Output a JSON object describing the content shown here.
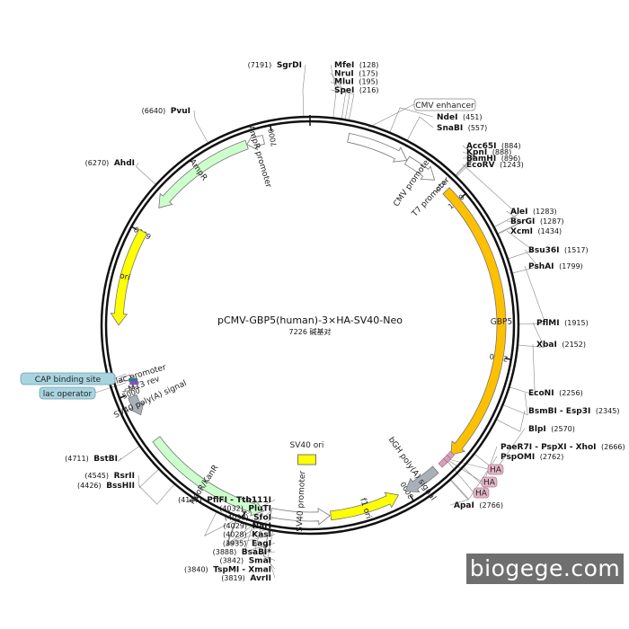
{
  "title": "pCMV-GBP5(human)-3×HA-SV40-Neo",
  "subtitle": "7226 碱基对",
  "watermark": "biogege.com",
  "total_bp": 7226,
  "tick_labels": [
    {
      "pos": 1000,
      "label": "1000"
    },
    {
      "pos": 2000,
      "label": "2000"
    },
    {
      "pos": 3000,
      "label": "3000"
    },
    {
      "pos": 4000,
      "label": "4000"
    },
    {
      "pos": 5000,
      "label": "5000"
    },
    {
      "pos": 6000,
      "label": "6000"
    },
    {
      "pos": 7000,
      "label": "7000"
    }
  ],
  "features": [
    {
      "name": "CMV enhancer",
      "start": 232,
      "end": 611,
      "dir": "fwd",
      "color": "#ffffff",
      "label_style": "box"
    },
    {
      "name": "CMV promoter",
      "start": 612,
      "end": 815,
      "dir": "fwd",
      "color": "#ffffff",
      "label_style": "arc"
    },
    {
      "name": "T7 promoter",
      "start": 860,
      "end": 878,
      "dir": "fwd",
      "color": "#ffffff",
      "label_style": "arc"
    },
    {
      "name": "GBP5",
      "start": 910,
      "end": 2662,
      "dir": "fwd",
      "color": "#ffc000",
      "label_style": "inside"
    },
    {
      "name": "bGH poly(A) signal",
      "start": 2790,
      "end": 3014,
      "dir": "fwd",
      "color": "#aab0b8",
      "label_style": "arc"
    },
    {
      "name": "f1 ori",
      "start": 3060,
      "end": 3488,
      "dir": "rev",
      "color": "#ffff00",
      "label_style": "inside"
    },
    {
      "name": "SV40 promoter",
      "start": 3493,
      "end": 3849,
      "dir": "rev",
      "color": "#ffffff",
      "label_style": "arc"
    },
    {
      "name": "NeoR/KanR",
      "start": 3892,
      "end": 4686,
      "dir": "rev",
      "color": "#ccffcc",
      "label_style": "inside"
    },
    {
      "name": "SV40 poly(A) signal",
      "start": 4860,
      "end": 4981,
      "dir": "rev",
      "color": "#aab0b8",
      "label_style": "arc"
    },
    {
      "name": "M13 rev",
      "start": 5020,
      "end": 5036,
      "dir": "rev",
      "color": "#ffffff",
      "label_style": "arc"
    },
    {
      "name": "lac promoter",
      "start": 5080,
      "end": 5110,
      "dir": "rev",
      "color": "#ffffff",
      "label_style": "arc"
    },
    {
      "name": "ori",
      "start": 5420,
      "end": 6008,
      "dir": "rev",
      "color": "#ffff00",
      "label_style": "inside"
    },
    {
      "name": "AmpR",
      "start": 6179,
      "end": 6839,
      "dir": "rev",
      "color": "#ccffcc",
      "label_style": "inside"
    },
    {
      "name": "AmpR promoter",
      "start": 6840,
      "end": 6944,
      "dir": "rev",
      "color": "#ffffff",
      "label_style": "arc"
    }
  ],
  "small_features": [
    {
      "name": "SV40 ori",
      "pos": 3640,
      "color": "#ffff00"
    },
    {
      "name": "CAP binding site",
      "pos": 5075,
      "color": "#2e7d7d"
    },
    {
      "name": "lac operator",
      "pos": 5055,
      "color": "#8a4fc4"
    }
  ],
  "boxed_labels": [
    {
      "name": "CMV enhancer",
      "color": "#ffffff",
      "border": "#888888"
    },
    {
      "name": "CAP binding site",
      "color": "#a8d4e0",
      "border": "#6a9fae"
    },
    {
      "name": "lac operator",
      "color": "#a8d4e0",
      "border": "#6a9fae"
    }
  ],
  "ha_tags": [
    "HA",
    "HA",
    "HA"
  ],
  "sites": [
    {
      "name": "SgrDI",
      "pos": "(7191)",
      "side": "left"
    },
    {
      "name": "MfeI",
      "pos": "(128)",
      "side": "right"
    },
    {
      "name": "NruI",
      "pos": "(175)",
      "side": "right"
    },
    {
      "name": "MluI",
      "pos": "(195)",
      "side": "right"
    },
    {
      "name": "SpeI",
      "pos": "(216)",
      "side": "right"
    },
    {
      "name": "NdeI",
      "pos": "(451)",
      "side": "right"
    },
    {
      "name": "SnaBI",
      "pos": "(557)",
      "side": "right"
    },
    {
      "name": "Acc65I",
      "pos": "(884)",
      "side": "right"
    },
    {
      "name": "KpnI",
      "pos": "(888)",
      "side": "right"
    },
    {
      "name": "BamHI",
      "pos": "(896)",
      "side": "right"
    },
    {
      "name": "EcoRV",
      "pos": "(1243)",
      "side": "right"
    },
    {
      "name": "AleI",
      "pos": "(1283)",
      "side": "right"
    },
    {
      "name": "BsrGI",
      "pos": "(1287)",
      "side": "right"
    },
    {
      "name": "XcmI",
      "pos": "(1434)",
      "side": "right"
    },
    {
      "name": "Bsu36I",
      "pos": "(1517)",
      "side": "right"
    },
    {
      "name": "PshAI",
      "pos": "(1799)",
      "side": "right"
    },
    {
      "name": "PflMI",
      "pos": "(1915)",
      "side": "right"
    },
    {
      "name": "XbaI",
      "pos": "(2152)",
      "side": "right"
    },
    {
      "name": "EcoNI",
      "pos": "(2256)",
      "side": "right"
    },
    {
      "name": "BsmBI - Esp3I",
      "pos": "(2345)",
      "side": "right"
    },
    {
      "name": "BlpI",
      "pos": "(2570)",
      "side": "right"
    },
    {
      "name": "PaeR7I - PspXI - XhoI",
      "pos": "(2666)",
      "side": "right"
    },
    {
      "name": "PspOMI",
      "pos": "(2762)",
      "side": "right"
    },
    {
      "name": "ApaI",
      "pos": "(2766)",
      "side": "right"
    },
    {
      "name": "AvrII",
      "pos": "(3819)",
      "side": "left"
    },
    {
      "name": "TspMI - XmaI",
      "pos": "(3840)",
      "side": "left"
    },
    {
      "name": "SmaI",
      "pos": "(3842)",
      "side": "left"
    },
    {
      "name": "BsaBI*",
      "pos": "(3888)",
      "side": "left",
      "faded": true
    },
    {
      "name": "EagI",
      "pos": "(3935)",
      "side": "left"
    },
    {
      "name": "KasI",
      "pos": "(4028)",
      "side": "left"
    },
    {
      "name": "NarI",
      "pos": "(4029)",
      "side": "left"
    },
    {
      "name": "SfoI",
      "pos": "(4030)",
      "side": "left"
    },
    {
      "name": "PluTI",
      "pos": "(4032)",
      "side": "left"
    },
    {
      "name": "PflFI - Tth111I",
      "pos": "(4147)",
      "side": "left"
    },
    {
      "name": "BssHII",
      "pos": "(4426)",
      "side": "left"
    },
    {
      "name": "RsrII",
      "pos": "(4545)",
      "side": "left"
    },
    {
      "name": "BstBI",
      "pos": "(4711)",
      "side": "left"
    },
    {
      "name": "AhdI",
      "pos": "(6270)",
      "side": "left"
    },
    {
      "name": "PvuI",
      "pos": "(6640)",
      "side": "left"
    }
  ]
}
